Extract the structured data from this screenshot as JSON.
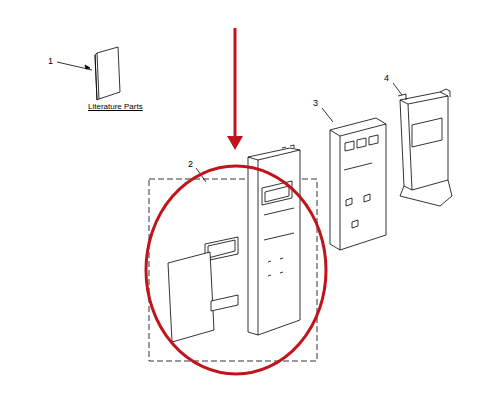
{
  "diagram": {
    "labels": [
      "1",
      "Literature Parts",
      "2",
      "3",
      "4"
    ]
  }
}
